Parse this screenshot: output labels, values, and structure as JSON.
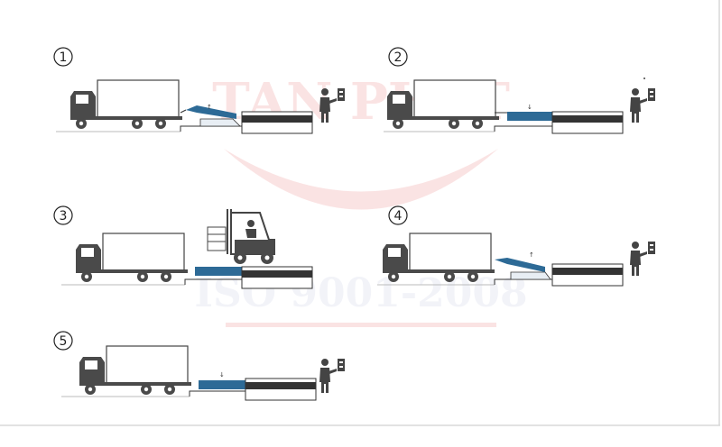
{
  "watermark": {
    "company": "TAN PHAT",
    "certification": "ISO 9001-2008",
    "color": "#e03030"
  },
  "steps": [
    {
      "number": "1",
      "icon": "circled-number-1-icon",
      "state": "dock-leveler-raised-lip-extending"
    },
    {
      "number": "2",
      "icon": "circled-number-2-icon",
      "state": "dock-leveler-lowered-onto-truck"
    },
    {
      "number": "3",
      "icon": "circled-number-3-icon",
      "state": "forklift-loading-truck"
    },
    {
      "number": "4",
      "icon": "circled-number-4-icon",
      "state": "dock-leveler-raised-after-loading"
    },
    {
      "number": "5",
      "icon": "circled-number-5-icon",
      "state": "dock-leveler-stored-level"
    }
  ],
  "colors": {
    "line": "#333333",
    "truck": "#4a4a4a",
    "leveler": "#2d6a96",
    "dock": "#333333",
    "worker": "#444444"
  }
}
